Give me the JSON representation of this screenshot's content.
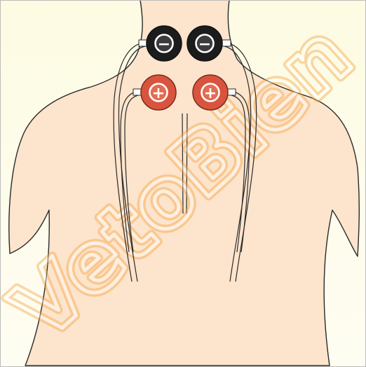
{
  "illustration": {
    "subject": "back-of-torso",
    "watermark_text": "VetoBien",
    "colors": {
      "background": "#fdfbe8",
      "skin": "#fde4cc",
      "outline": "#2a2a2a",
      "electrode_negative": "#1c1c1c",
      "electrode_positive": "#d8543e",
      "watermark": "#f5a340"
    }
  },
  "electrodes": [
    {
      "id": "left-negative",
      "polarity": "negative",
      "symbol": "−"
    },
    {
      "id": "right-negative",
      "polarity": "negative",
      "symbol": "−"
    },
    {
      "id": "left-positive",
      "polarity": "positive",
      "symbol": "+"
    },
    {
      "id": "right-positive",
      "polarity": "positive",
      "symbol": "+"
    }
  ]
}
